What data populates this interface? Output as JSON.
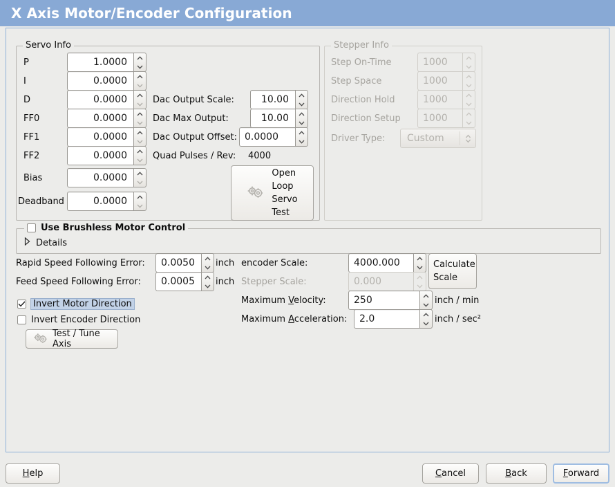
{
  "window": {
    "title": "X Axis Motor/Encoder Configuration",
    "title_bar_color": "#88a9d5"
  },
  "servo_info": {
    "legend": "Servo Info",
    "rows": [
      {
        "label": "P",
        "value": "1.0000"
      },
      {
        "label": "I",
        "value": "0.0000"
      },
      {
        "label": "D",
        "value": "0.0000"
      },
      {
        "label": "FF0",
        "value": "0.0000"
      },
      {
        "label": "FF1",
        "value": "0.0000"
      },
      {
        "label": "FF2",
        "value": "0.0000"
      },
      {
        "label": "Bias",
        "value": "0.0000"
      },
      {
        "label": "Deadband",
        "value": "0.0000"
      }
    ],
    "dac": [
      {
        "label": "Dac Output Scale:",
        "value": "10.00"
      },
      {
        "label": "Dac Max Output:",
        "value": "10.00"
      },
      {
        "label": "Dac Output Offset:",
        "value": "0.0000"
      }
    ],
    "quad_pulses": {
      "label": "Quad Pulses / Rev:",
      "value": "4000"
    },
    "open_loop_button": {
      "label_line1": "Open",
      "label_line2": "Loop",
      "label_line3": "Servo",
      "label_line4": "Test",
      "icon": "gears-icon"
    }
  },
  "stepper_info": {
    "legend": "Stepper Info",
    "enabled": false,
    "rows": [
      {
        "label": "Step On-Time",
        "value": "1000"
      },
      {
        "label": "Step Space",
        "value": "1000"
      },
      {
        "label": "Direction Hold",
        "value": "1000"
      },
      {
        "label": "Direction Setup",
        "value": "1000"
      }
    ],
    "driver_type": {
      "label": "Driver Type:",
      "value": "Custom"
    }
  },
  "brushless": {
    "checkbox_label": "Use Brushless Motor Control",
    "checked": false,
    "details_label": "Details",
    "details_expanded": false
  },
  "errors": {
    "rapid": {
      "label": "Rapid Speed Following Error:",
      "value": "0.0050",
      "unit": "inch"
    },
    "feed": {
      "label": "Feed Speed Following Error:",
      "value": "0.0005",
      "unit": "inch"
    }
  },
  "direction": {
    "invert_motor": {
      "label": "Invert Motor Direction",
      "checked": true,
      "focused": true
    },
    "invert_encoder": {
      "label": "Invert Encoder Direction",
      "checked": false,
      "focused": false
    }
  },
  "test_tune_button": {
    "label": "Test / Tune Axis",
    "icon": "gears-icon"
  },
  "scales": {
    "encoder_scale": {
      "label": "encoder Scale:",
      "value": "4000.000",
      "enabled": true
    },
    "stepper_scale": {
      "label": "Stepper Scale:",
      "value": "0.000",
      "enabled": false
    },
    "maximum_velocity": {
      "label": "Maximum Velocity:",
      "label_pre": "Maximum ",
      "label_mnemonic": "V",
      "label_post": "elocity:",
      "value": "250",
      "unit": "inch / min"
    },
    "maximum_acceleration": {
      "label": "Maximum Acceleration:",
      "label_pre": "Maximum ",
      "label_mnemonic": "A",
      "label_post": "cceleration:",
      "value": "2.0",
      "unit": "inch / sec²"
    },
    "calculate_button": {
      "line1": "Calculate",
      "line2": "Scale"
    }
  },
  "actions": {
    "help": {
      "pre": "",
      "mnemonic": "H",
      "post": "elp"
    },
    "cancel": {
      "pre": "",
      "mnemonic": "C",
      "post": "ancel"
    },
    "back": {
      "pre": "",
      "mnemonic": "B",
      "post": "ack"
    },
    "forward": {
      "pre": "",
      "mnemonic": "F",
      "post": "orward",
      "focused": true
    }
  }
}
